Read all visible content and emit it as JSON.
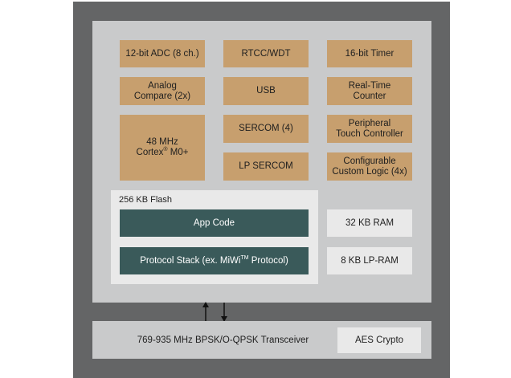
{
  "blocks": {
    "adc": "12-bit ADC (8 ch.)",
    "rtcc": "RTCC/WDT",
    "timer": "16-bit Timer",
    "analog_l1": "Analog",
    "analog_l2": "Compare (2x)",
    "usb": "USB",
    "rtc_l1": "Real-Time",
    "rtc_l2": "Counter",
    "cpu_l1": "48 MHz",
    "cpu_l2a": "Cortex",
    "cpu_sup": "®",
    "cpu_l2b": " M0+",
    "sercom": "SERCOM (4)",
    "ptc_l1": "Peripheral",
    "ptc_l2": "Touch Controller",
    "lpsercom": "LP SERCOM",
    "ccl_l1": "Configurable",
    "ccl_l2": "Custom Logic (4x)"
  },
  "flash": {
    "label": "256 KB Flash",
    "app_code": "App Code",
    "stack_a": "Protocol Stack (ex. MiWi",
    "stack_sup": "TM",
    "stack_b": " Protocol)"
  },
  "memory": {
    "ram": "32 KB RAM",
    "lpram": "8 KB LP-RAM"
  },
  "radio": {
    "transceiver": "769-935 MHz BPSK/O-QPSK Transceiver",
    "aes": "AES Crypto"
  }
}
